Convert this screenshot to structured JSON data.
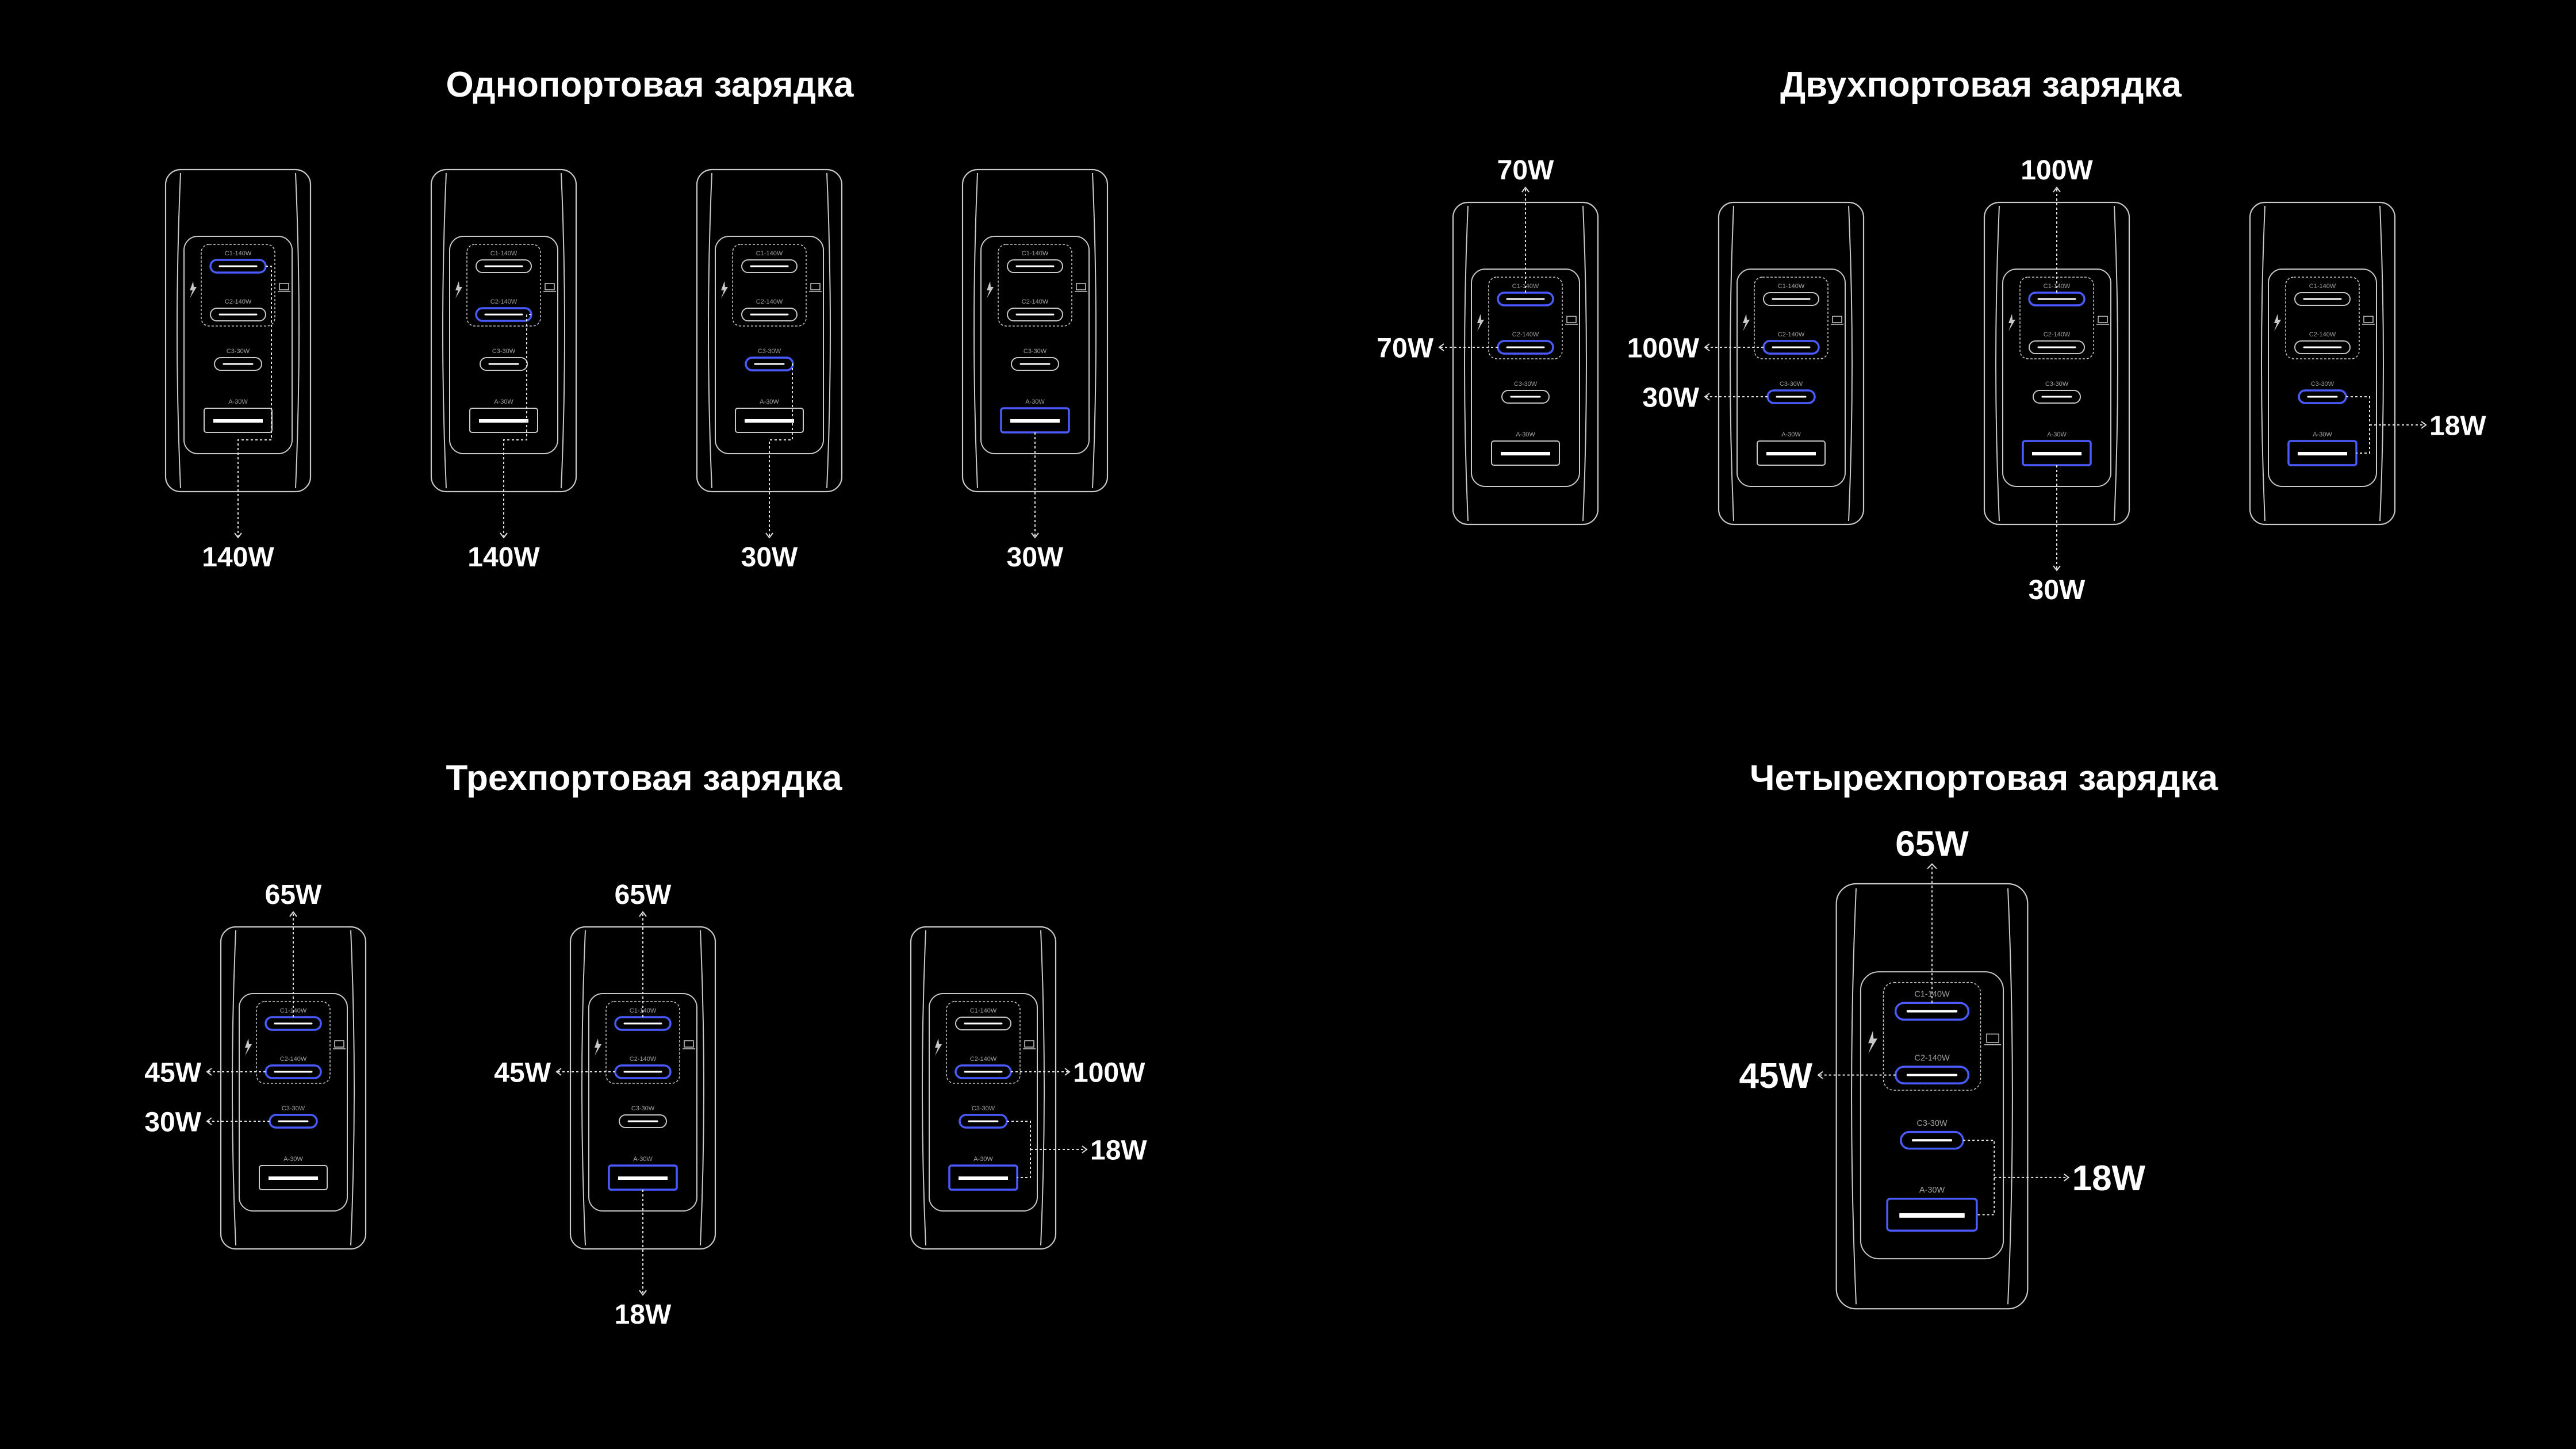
{
  "sections": [
    {
      "title": "Однопортовая зарядка"
    },
    {
      "title": "Двухпортовая зарядка"
    },
    {
      "title": "Трехпортовая зарядка"
    },
    {
      "title": "Четырехпортовая зарядка"
    }
  ],
  "port_labels": {
    "c1": "C1-140W",
    "c2": "C2-140W",
    "c3": "C3-30W",
    "a": "A-30W"
  },
  "icons": [
    "lightning-icon",
    "laptop-icon"
  ],
  "colors": {
    "background": "#000000",
    "outline": "#c8c8c8",
    "active_port": "#4a5cff",
    "text": "#ffffff"
  },
  "chargers": [
    {
      "id": "single-1",
      "active": [
        "c1"
      ],
      "outputs": [
        {
          "port": "c1",
          "value": "140W",
          "dir": "down"
        }
      ]
    },
    {
      "id": "single-2",
      "active": [
        "c2"
      ],
      "outputs": [
        {
          "port": "c2",
          "value": "140W",
          "dir": "down"
        }
      ]
    },
    {
      "id": "single-3",
      "active": [
        "c3"
      ],
      "outputs": [
        {
          "port": "c3",
          "value": "30W",
          "dir": "down"
        }
      ]
    },
    {
      "id": "single-4",
      "active": [
        "a"
      ],
      "outputs": [
        {
          "port": "a",
          "value": "30W",
          "dir": "down"
        }
      ]
    },
    {
      "id": "dual-1",
      "active": [
        "c1",
        "c2"
      ],
      "outputs": [
        {
          "port": "c1",
          "value": "70W",
          "dir": "up"
        },
        {
          "port": "c2",
          "value": "70W",
          "dir": "left"
        }
      ]
    },
    {
      "id": "dual-2",
      "active": [
        "c2",
        "c3"
      ],
      "outputs": [
        {
          "port": "c2",
          "value": "100W",
          "dir": "left"
        },
        {
          "port": "c3",
          "value": "30W",
          "dir": "left"
        }
      ]
    },
    {
      "id": "dual-3",
      "active": [
        "c1",
        "a"
      ],
      "outputs": [
        {
          "port": "c1",
          "value": "100W",
          "dir": "up"
        },
        {
          "port": "a",
          "value": "30W",
          "dir": "down"
        }
      ]
    },
    {
      "id": "dual-4",
      "active": [
        "c3",
        "a"
      ],
      "outputs": [
        {
          "port": "c3+a",
          "value": "18W",
          "dir": "bracket"
        }
      ]
    },
    {
      "id": "triple-1",
      "active": [
        "c1",
        "c2",
        "c3"
      ],
      "outputs": [
        {
          "port": "c1",
          "value": "65W",
          "dir": "up"
        },
        {
          "port": "c2",
          "value": "45W",
          "dir": "left"
        },
        {
          "port": "c3",
          "value": "30W",
          "dir": "left"
        }
      ]
    },
    {
      "id": "triple-2",
      "active": [
        "c1",
        "c2",
        "a"
      ],
      "outputs": [
        {
          "port": "c1",
          "value": "65W",
          "dir": "up"
        },
        {
          "port": "c2",
          "value": "45W",
          "dir": "left"
        },
        {
          "port": "a",
          "value": "18W",
          "dir": "down"
        }
      ]
    },
    {
      "id": "triple-3",
      "active": [
        "c2",
        "c3",
        "a"
      ],
      "outputs": [
        {
          "port": "c2",
          "value": "100W",
          "dir": "right"
        },
        {
          "port": "c3+a",
          "value": "18W",
          "dir": "bracket"
        }
      ]
    },
    {
      "id": "quad-1",
      "active": [
        "c1",
        "c2",
        "c3",
        "a"
      ],
      "outputs": [
        {
          "port": "c1",
          "value": "65W",
          "dir": "up"
        },
        {
          "port": "c2",
          "value": "45W",
          "dir": "left"
        },
        {
          "port": "c3+a",
          "value": "18W",
          "dir": "bracket"
        }
      ]
    }
  ]
}
